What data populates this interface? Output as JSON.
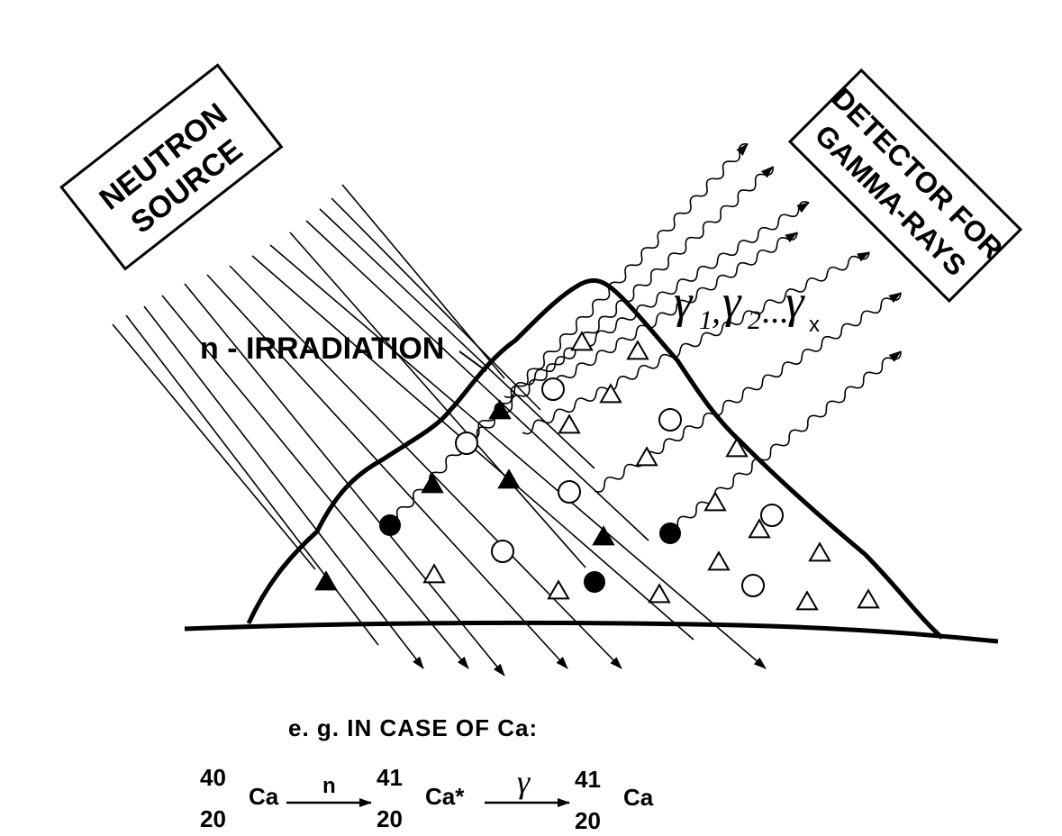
{
  "source_box": {
    "line1": "NEUTRON",
    "line2": "SOURCE"
  },
  "detector_box": {
    "line1": "DETECTOR FOR",
    "line2": "GAMMA-RAYS"
  },
  "irradiation_label": "n - IRRADIATION",
  "gamma_label": {
    "g1": "γ",
    "s1": "1",
    "sep1": ",",
    "g2": "γ",
    "s2": "2",
    "dots": "...",
    "gx": "γ",
    "sx": "x"
  },
  "example": {
    "caption": "e. g. IN  CASE  OF  Ca:",
    "n1_mass": "40",
    "n1_atomic": "20",
    "n1_symbol": "Ca",
    "arrow1_label": "n",
    "n2_mass": "41",
    "n2_atomic": "20",
    "n2_symbol": "Ca*",
    "arrow2_label": "γ",
    "n3_mass": "41",
    "n3_atomic": "20",
    "n3_symbol": "Ca"
  }
}
